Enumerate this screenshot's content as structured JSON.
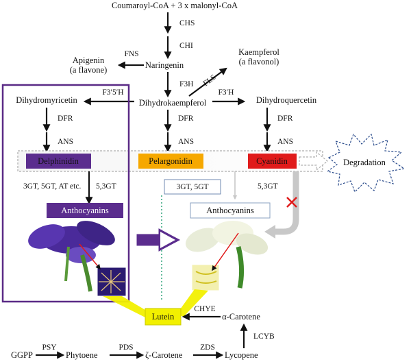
{
  "nodes": {
    "coumaroyl": "Coumaroyl-CoA + 3 x malonyl-CoA",
    "naringenin": "Naringenin",
    "apigenin": "Apigenin",
    "apigenin_note": "(a flavone)",
    "kaempferol": "Kaempferol",
    "kaempferol_note": "(a flavonol)",
    "dihydrokaempferol": "Dihydrokaempferol",
    "dihydromyricetin": "Dihydromyricetin",
    "dihydroquercetin": "Dihydroquercetin",
    "delphinidin": "Delphinidin",
    "pelargonidin": "Pelargonidin",
    "cyanidin": "Cyanidin",
    "degradation": "Degradation",
    "anthocyanins_left": "Anthocyanins",
    "anthocyanins_right": "Anthocyanins",
    "lutein": "Lutein",
    "alpha_carotene": "α-Carotene",
    "ggpp": "GGPP",
    "phytoene": "Phytoene",
    "zeta_carotene": "ζ-Carotene",
    "lycopene": "Lycopene"
  },
  "enzymes": {
    "chs": "CHS",
    "chi": "CHI",
    "fns": "FNS",
    "fls": "FLS",
    "f3h": "F3H",
    "f35h": "F3′5′H",
    "f3ph": "F3′H",
    "dfr_left": "DFR",
    "dfr_mid": "DFR",
    "dfr_right": "DFR",
    "ans_left": "ANS",
    "ans_mid": "ANS",
    "ans_right": "ANS",
    "gt_left": "3GT, 5GT, AT etc.",
    "gt_left2": "5,3GT",
    "gt_mid": "3GT, 5GT",
    "gt_right": "5,3GT",
    "chye": "CHYE",
    "lcyb": "LCYB",
    "psy": "PSY",
    "pds": "PDS",
    "zds": "ZDS"
  },
  "colors": {
    "purple": "#5b2d8e",
    "orange": "#f6a800",
    "red": "#e01b1b",
    "yellow": "#f2f000",
    "frame_purple": "#5a2a86",
    "gray_arrow": "#c8c8c8",
    "dotted_green": "#2fa37a"
  },
  "icons": {
    "cross": "red-x-icon",
    "starburst": "starburst-icon"
  }
}
